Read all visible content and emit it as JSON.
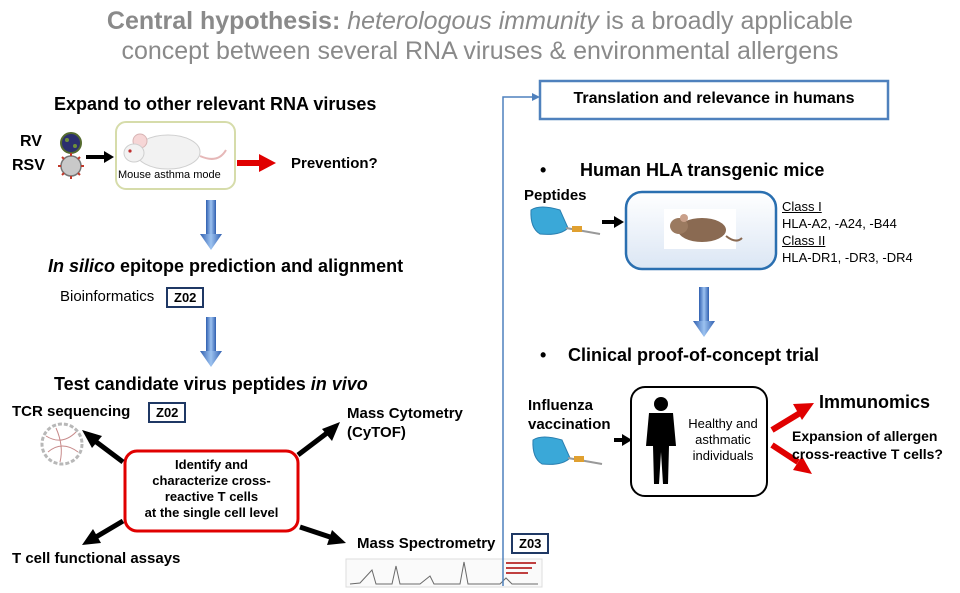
{
  "title": {
    "bold": "Central hypothesis:",
    "italic": "heterologous immunity",
    "rest1": "is a broadly applicable",
    "line2": "concept between several RNA viruses & environmental allergens"
  },
  "left": {
    "step1": "Expand to other relevant RNA viruses",
    "virus_rv": "RV",
    "virus_rsv": "RSV",
    "mouse_model": "Mouse asthma mode",
    "prevention": "Prevention?",
    "step2_italic": "In silico",
    "step2_rest": "epitope prediction and alignment",
    "bioinformatics": "Bioinformatics",
    "tag_z02_a": "Z02",
    "step3_rest": "Test candidate virus peptides",
    "step3_italic": "in vivo",
    "tcr": "TCR sequencing",
    "tag_z02_b": "Z02",
    "mass_cyto_1": "Mass Cytometry",
    "mass_cyto_2": "(CyTOF)",
    "center_lines": [
      "Identify and",
      "characterize cross-",
      "reactive T cells",
      "at the single cell level"
    ],
    "tcell_assays": "T cell functional assays",
    "mass_spec": "Mass Spectrometry",
    "tag_z03": "Z03"
  },
  "right": {
    "translation": "Translation and relevance in humans",
    "bullet1": "Human HLA transgenic mice",
    "peptides": "Peptides",
    "class1": "Class I",
    "class1_vals": "HLA-A2,  -A24,  -B44",
    "class2": "Class II",
    "class2_vals": "HLA-DR1,  -DR3, -DR4",
    "bullet2": "Clinical proof-of-concept trial",
    "influenza_1": "Influenza",
    "influenza_2": "vaccination",
    "healthy_lines": [
      "Healthy and",
      "asthmatic",
      "individuals"
    ],
    "immunomics": "Immunomics",
    "expansion_1": "Expansion of allergen",
    "expansion_2": "cross-reactive T cells?"
  },
  "colors": {
    "title_gray": "#8a8a8a",
    "navy": "#1f3864",
    "red": "#e00000",
    "blue_arrow": "#5b8fd6",
    "translation_border": "#4f81bd"
  }
}
